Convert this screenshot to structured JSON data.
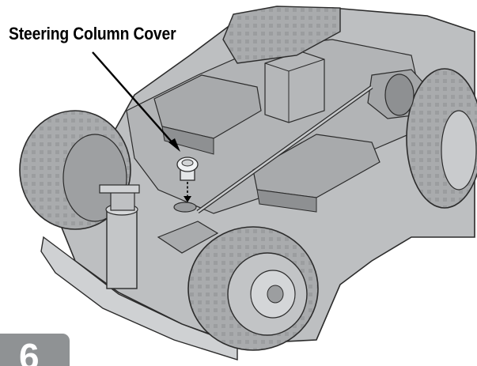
{
  "callout": {
    "label": "Steering Column Cover"
  },
  "step": {
    "number": "6"
  },
  "colors": {
    "vehicle_body": "#bdbfc1",
    "body_shadow": "#9a9c9e",
    "tire": "#a7a9ab",
    "outline": "#2b2b2b",
    "badge": "#8f9294",
    "badge_text": "#ffffff"
  },
  "icons": {
    "callout_arrow": "arrow-pointer",
    "install_direction": "dashed-down-arrow"
  }
}
